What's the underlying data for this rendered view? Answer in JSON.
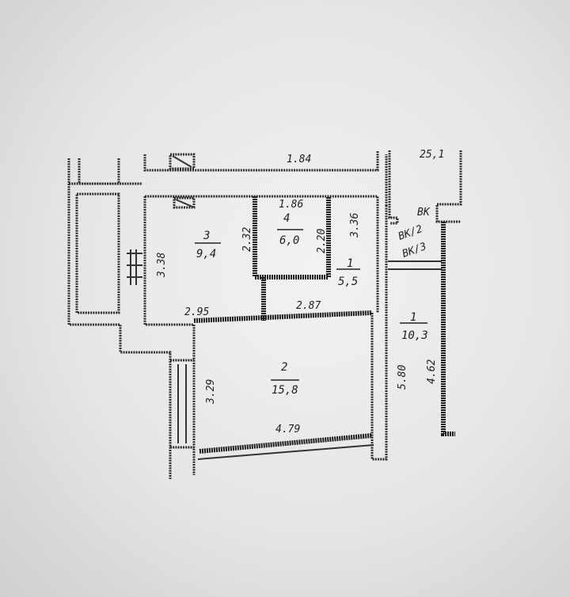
{
  "rooms": [
    {
      "number": "1",
      "area": "5,5"
    },
    {
      "number": "2",
      "area": "15,8"
    },
    {
      "number": "3",
      "area": "9,4"
    },
    {
      "number": "4",
      "area": "6,0"
    },
    {
      "number": "1",
      "area": "10,3"
    }
  ],
  "dimensions": {
    "top_corridor": "1.84",
    "room4_width": "1.86",
    "room4_height": "2.20",
    "room3_height_right": "2.32",
    "room3_height_left": "3.38",
    "room1_height": "3.36",
    "room3_width": "2.95",
    "room1_width": "2.87",
    "room2_height": "3.29",
    "room2_width": "4.79",
    "room2_right": "5.80",
    "room10_height": "4.62"
  },
  "labels": {
    "neighbor_area": "25,1",
    "shaft_main": "ВК",
    "shaft_2": "ВК/2",
    "shaft_3": "ВК/3"
  }
}
